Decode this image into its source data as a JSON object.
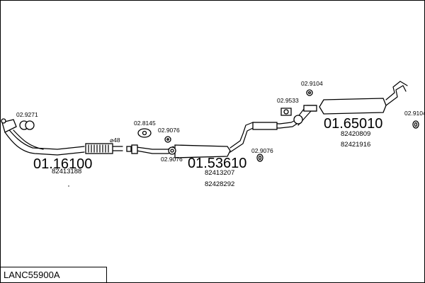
{
  "diagram": {
    "section1": {
      "part_number": "01.16100",
      "oe_number": "82413188",
      "clamp_ref": "02.9271"
    },
    "section2": {
      "part_number": "01.53610",
      "oe_numbers": [
        "82413207",
        "82428292"
      ],
      "hanger_refs": [
        "02.8145",
        "02.9076",
        "02.9076",
        "02.9076"
      ],
      "diameter_label": "⌀48"
    },
    "section3": {
      "part_number": "01.65010",
      "oe_numbers": [
        "82420809",
        "82421916"
      ],
      "hanger_refs": [
        "02.9104",
        "02.9533",
        "02.9104"
      ]
    }
  },
  "footer": {
    "kit_code": "LANC55900A"
  }
}
